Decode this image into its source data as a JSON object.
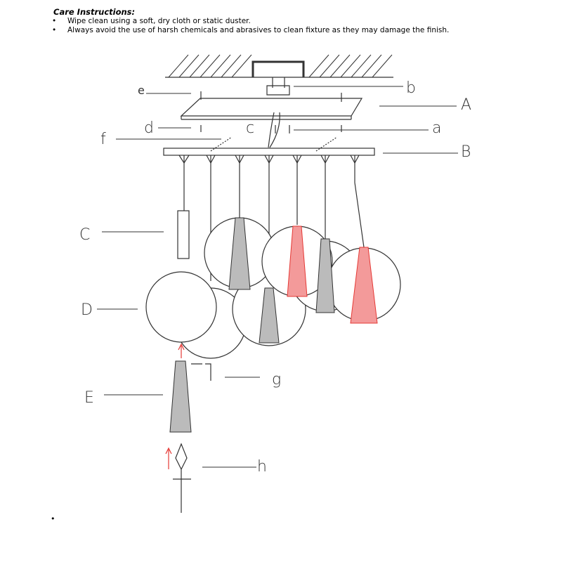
{
  "care": {
    "title": "Care Instructions:",
    "items": [
      "Wipe clean using a soft, dry cloth or static duster.",
      "Always avoid the use of harsh chemicals and abrasives to clean fixture as they may damage the finish."
    ]
  },
  "trailing_bullet": "•",
  "diagram": {
    "labels": {
      "e": "e",
      "b": "b",
      "A": "A",
      "d": "d",
      "c": "c",
      "a": "a",
      "f": "f",
      "B": "B",
      "C": "C",
      "D": "D",
      "E": "E",
      "g": "g",
      "h": "h"
    },
    "highlight_color": "#e53935"
  }
}
